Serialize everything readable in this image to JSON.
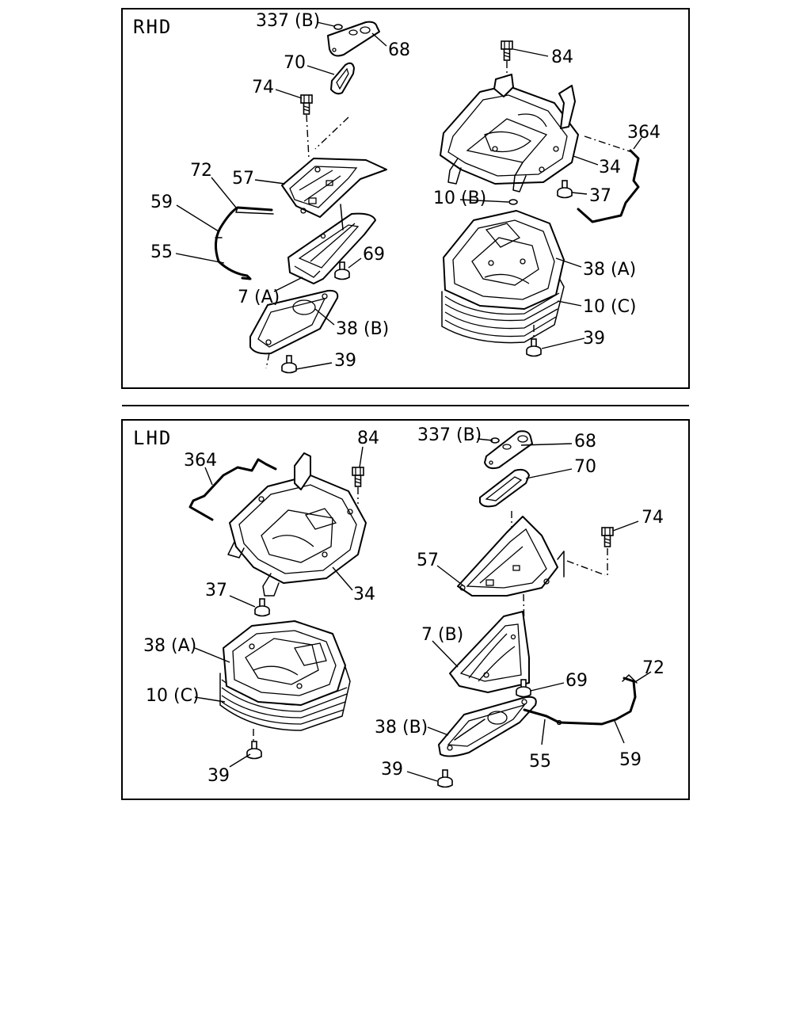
{
  "panels": [
    {
      "title": "RHD",
      "labels": [
        "337 (B)",
        "68",
        "70",
        "74",
        "57",
        "72",
        "59",
        "55",
        "7 (A)",
        "69",
        "38 (B)",
        "39",
        "84",
        "364",
        "34",
        "37",
        "10 (B)",
        "38 (A)",
        "10 (C)",
        "39"
      ]
    },
    {
      "title": "LHD",
      "labels": [
        "364",
        "84",
        "37",
        "34",
        "38 (A)",
        "10 (C)",
        "39",
        "337 (B)",
        "68",
        "70",
        "74",
        "57",
        "7 (B)",
        "69",
        "72",
        "38 (B)",
        "55",
        "59",
        "39"
      ]
    }
  ]
}
